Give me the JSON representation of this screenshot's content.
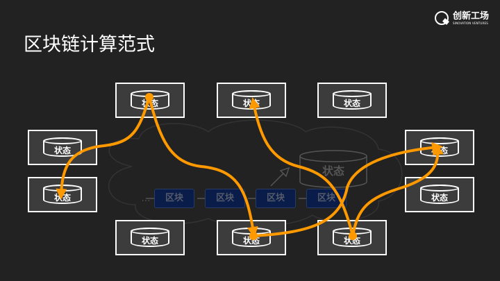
{
  "title": "区块链计算范式",
  "logo": {
    "name": "创新工场",
    "sub": "SINOVATION VENTURES"
  },
  "state_label": "状态",
  "block_label": "区块",
  "ellipsis": "…",
  "cloud_state_label": "状态",
  "colors": {
    "accent": "#ff9900",
    "background": "#222222",
    "box": "#3c3c3c",
    "block": "#0a1d4a"
  }
}
